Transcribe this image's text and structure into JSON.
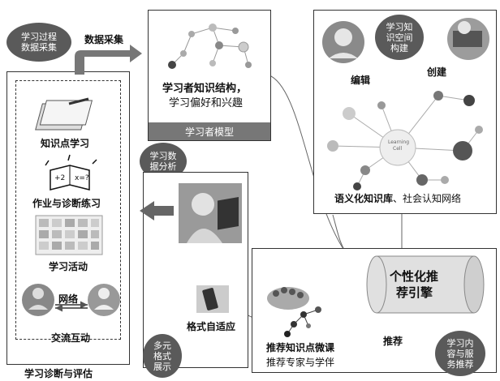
{
  "bubbles": {
    "collect_process": "学习过程\n数据采集",
    "analysis": "学习数\n据分析",
    "formats": "多元\n格式\n展示",
    "knowledge_space": "学习知\n识空间\n构建",
    "content_recommend": "学习内\n容与服\n务推荐"
  },
  "arrows": {
    "data_collect": "数据采集",
    "recommend": "推荐"
  },
  "left_panel": {
    "items": [
      "知识点学习",
      "作业与诊断练习",
      "学习活动",
      "交流互动"
    ],
    "network": "网络",
    "footer": "学习诊断与评估"
  },
  "learner_model": {
    "line1": "学习者知识结构，",
    "line2": "学习偏好和兴趣",
    "bar": "学习者模型"
  },
  "semantic": {
    "edit": "编辑",
    "create": "创建",
    "title_bold": "语义化知识库",
    "title_rest": "、社会认知网络",
    "center_line1": "Learning",
    "center_line2": "Cell"
  },
  "adapt": {
    "label": "格式自适应"
  },
  "engine": {
    "line1": "个性化推",
    "line2": "荐引擎"
  },
  "recommend_panel": {
    "line1": "推荐知识点微课",
    "line2": "推荐专家与学伴"
  },
  "icons": [
    "notebook-icon",
    "math-book-icon",
    "activity-icon",
    "person-icon",
    "laptop-icon",
    "phone-icon",
    "group-icon",
    "database-icon",
    "tree-icon"
  ]
}
